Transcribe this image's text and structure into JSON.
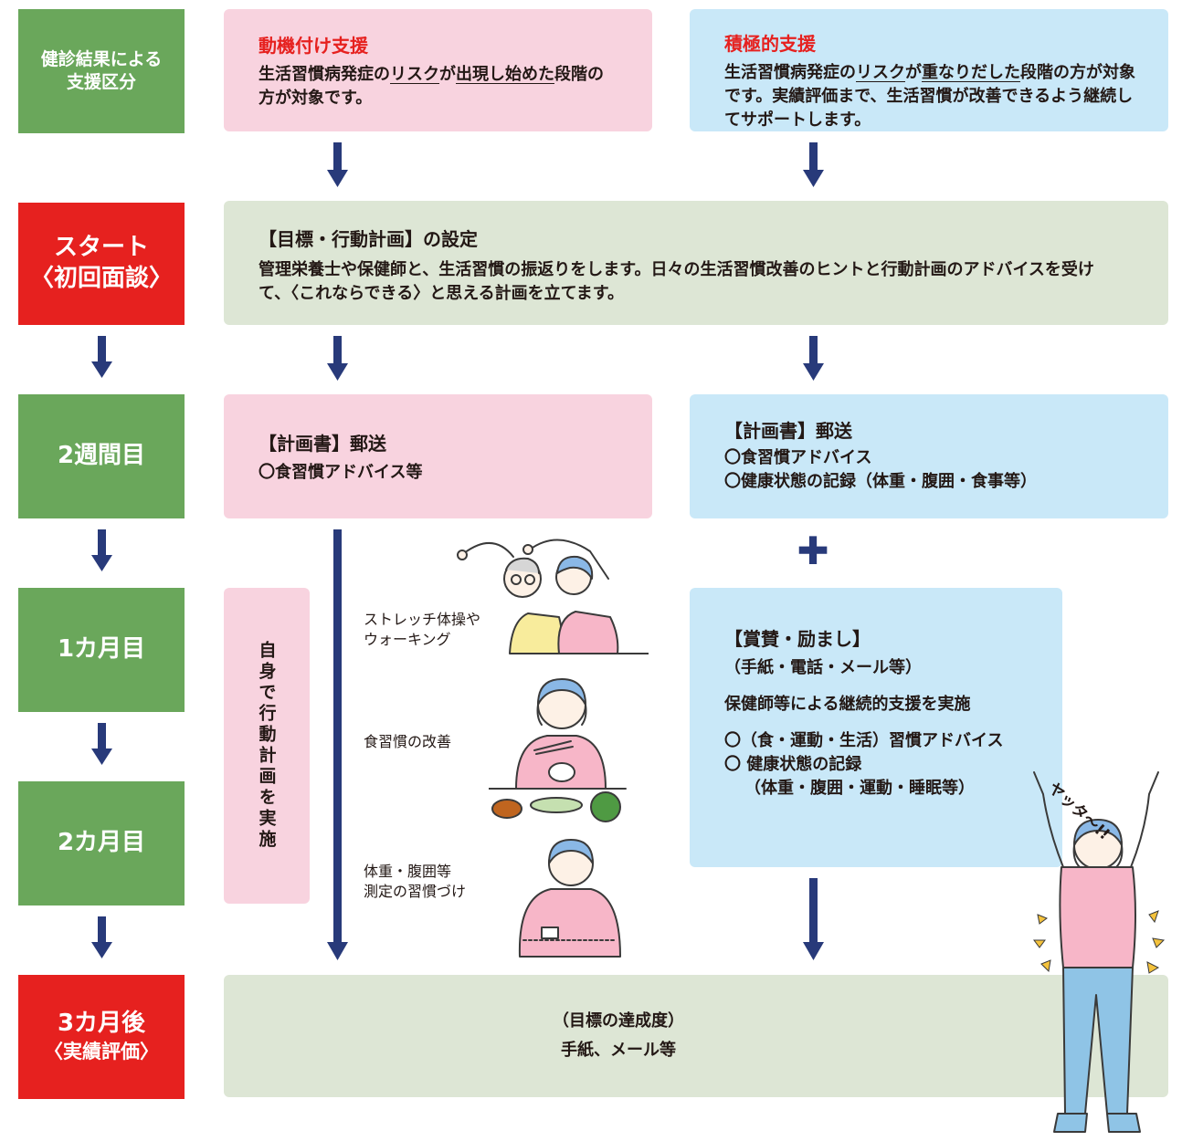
{
  "stages": {
    "s0": {
      "lines": [
        "健診結果による",
        "支援区分"
      ]
    },
    "s1": {
      "lines": [
        "スタート",
        "〈初回面談〉"
      ]
    },
    "s2": {
      "label": "2週間目"
    },
    "s3": {
      "label": "1カ月目"
    },
    "s4": {
      "label": "2カ月目"
    },
    "s5": {
      "lines": [
        "3カ月後",
        "〈実績評価〉"
      ]
    }
  },
  "motivation": {
    "title": "動機付け支援",
    "pre": "生活習慣病発症の",
    "u1": "リスク",
    "mid": "が",
    "u2": "出現し始めた",
    "post": "段階の方が対象です。"
  },
  "active": {
    "title": "積極的支援",
    "pre": "生活習慣病発症の",
    "u1": "リスク",
    "mid": "が",
    "u2": "重なりだした",
    "post": "段階の方が対象です。実績評価まで、生活習慣が改善できるよう継続してサポートします。"
  },
  "first_interview": {
    "title": "【目標・行動計画】の設定",
    "body": "管理栄養士や保健師と、生活習慣の振返りをします。日々の生活習慣改善のヒントと行動計画のアドバイスを受けて、〈これならできる〉と思える計画を立てます。"
  },
  "week2_motivation": {
    "title": "【計画書】郵送",
    "items": [
      "〇食習慣アドバイス等"
    ]
  },
  "week2_active": {
    "title": "【計画書】郵送",
    "items": [
      "〇食習慣アドバイス",
      "〇健康状態の記録（体重・腹囲・食事等）"
    ]
  },
  "self_action": {
    "label": "自身で行動計画を実施"
  },
  "activities": {
    "a1": [
      "ストレッチ体操や",
      "ウォーキング"
    ],
    "a2": [
      "食習慣の改善"
    ],
    "a3": [
      "体重・腹囲等",
      "測定の習慣づけ"
    ]
  },
  "plus": {
    "symbol": "✚"
  },
  "support": {
    "title": "【賞賛・励まし】",
    "subtitle": "（手紙・電話・メール等）",
    "main": "保健師等による継続的支援を実施",
    "item1": "〇（食・運動・生活）習慣アドバイス",
    "item2": "〇 健康状態の記録",
    "item3": "（体重・腹囲・運動・睡眠等）"
  },
  "exclaim": {
    "text": "ヤッタ～!!"
  },
  "evaluation": {
    "line1": "（目標の達成度）",
    "line2": "手紙、メール等"
  },
  "colors": {
    "green": "#6aa75b",
    "red": "#e6211f",
    "pink": "#f8d3df",
    "blue": "#c9e8f8",
    "sage": "#dde6d5",
    "arrow": "#283a7a"
  }
}
